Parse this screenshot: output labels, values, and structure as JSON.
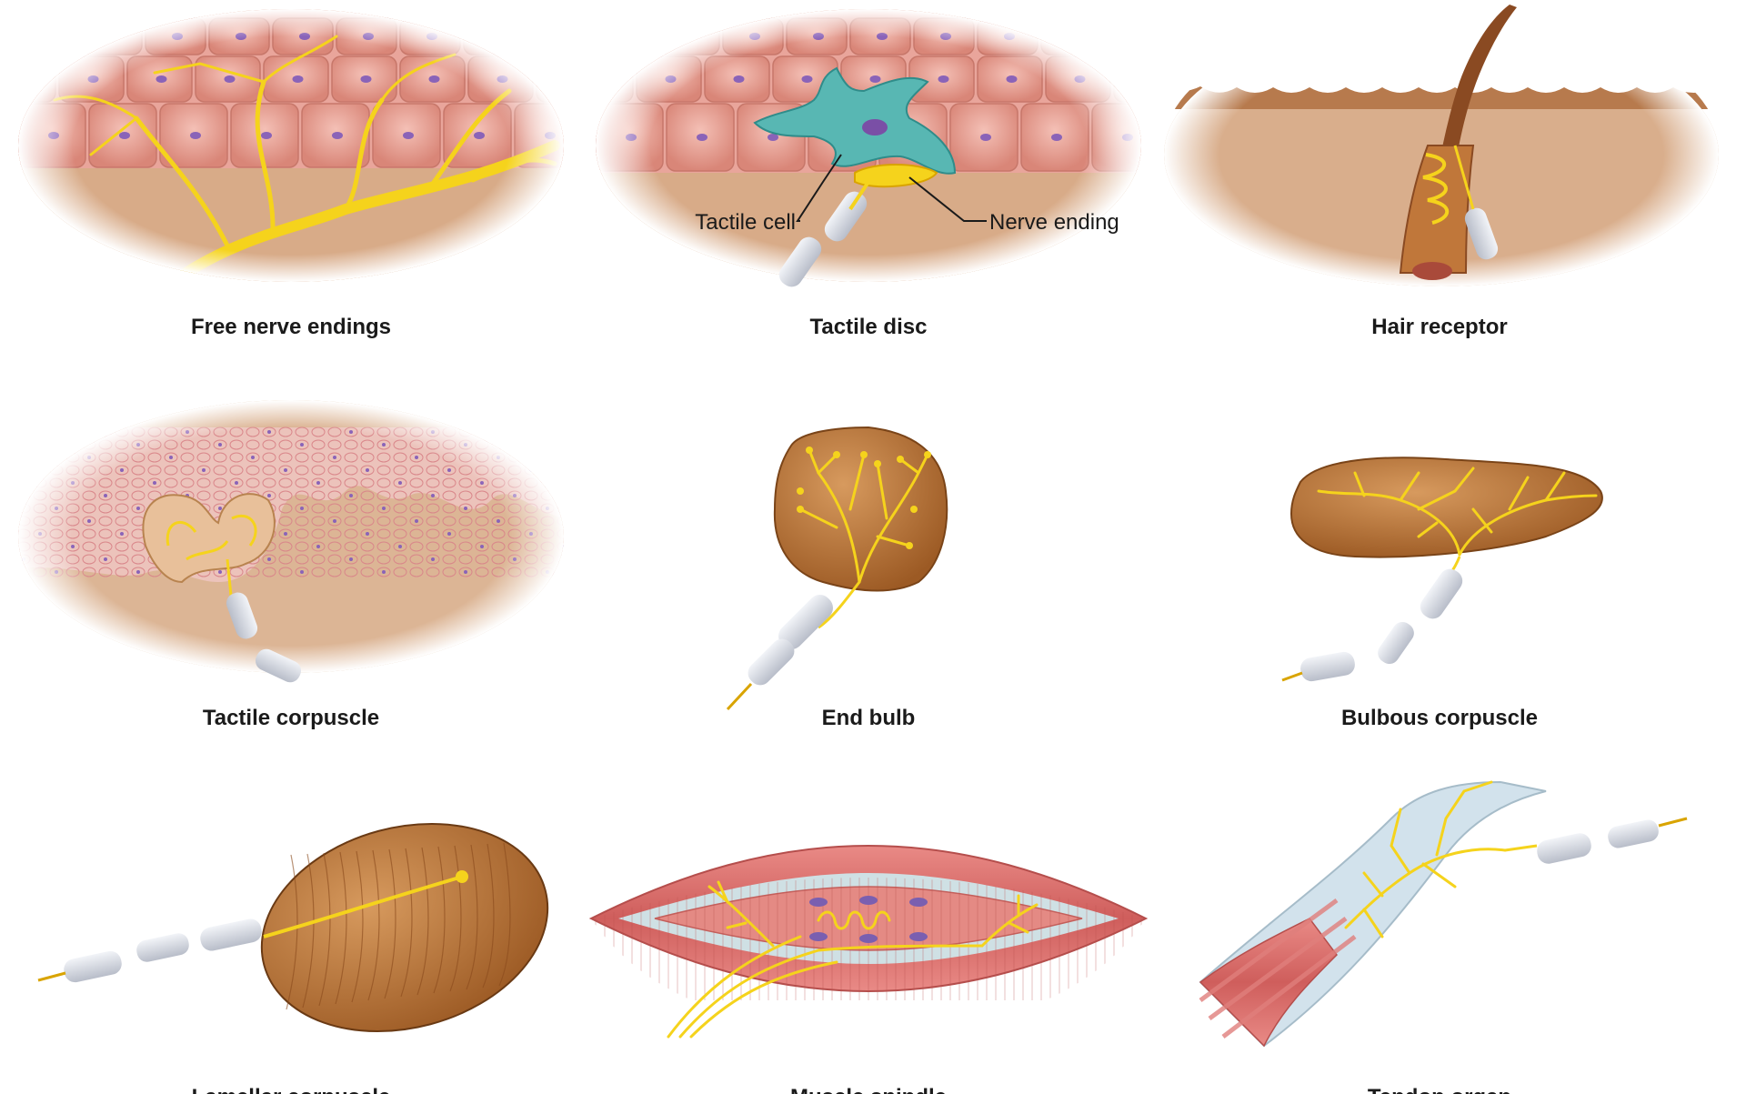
{
  "panels": [
    {
      "id": "free-nerve-endings",
      "caption": "Free nerve endings"
    },
    {
      "id": "tactile-disc",
      "caption": "Tactile disc",
      "callouts": {
        "cell": "Tactile cell",
        "nerve": "Nerve ending"
      }
    },
    {
      "id": "hair-receptor",
      "caption": "Hair receptor"
    },
    {
      "id": "tactile-corpuscle",
      "caption": "Tactile corpuscle"
    },
    {
      "id": "end-bulb",
      "caption": "End bulb"
    },
    {
      "id": "bulbous-corpuscle",
      "caption": "Bulbous corpuscle"
    },
    {
      "id": "lamellar-corpuscle",
      "caption": "Lamellar corpuscle"
    },
    {
      "id": "muscle-spindle",
      "caption": "Muscle spindle"
    },
    {
      "id": "tendon-organ",
      "caption": "Tendon organ"
    }
  ],
  "colors": {
    "nerve": "#f5d31c",
    "epithelium": "#eaa39a",
    "nucleus": "#8a63b8",
    "dermis": "#dcb08e",
    "capsule": "#c0773a",
    "schwann": "#d7dbe4",
    "muscle": "#d86a6a",
    "tactile_cell": "#58b7b3",
    "tendon": "#cfe0ea"
  }
}
